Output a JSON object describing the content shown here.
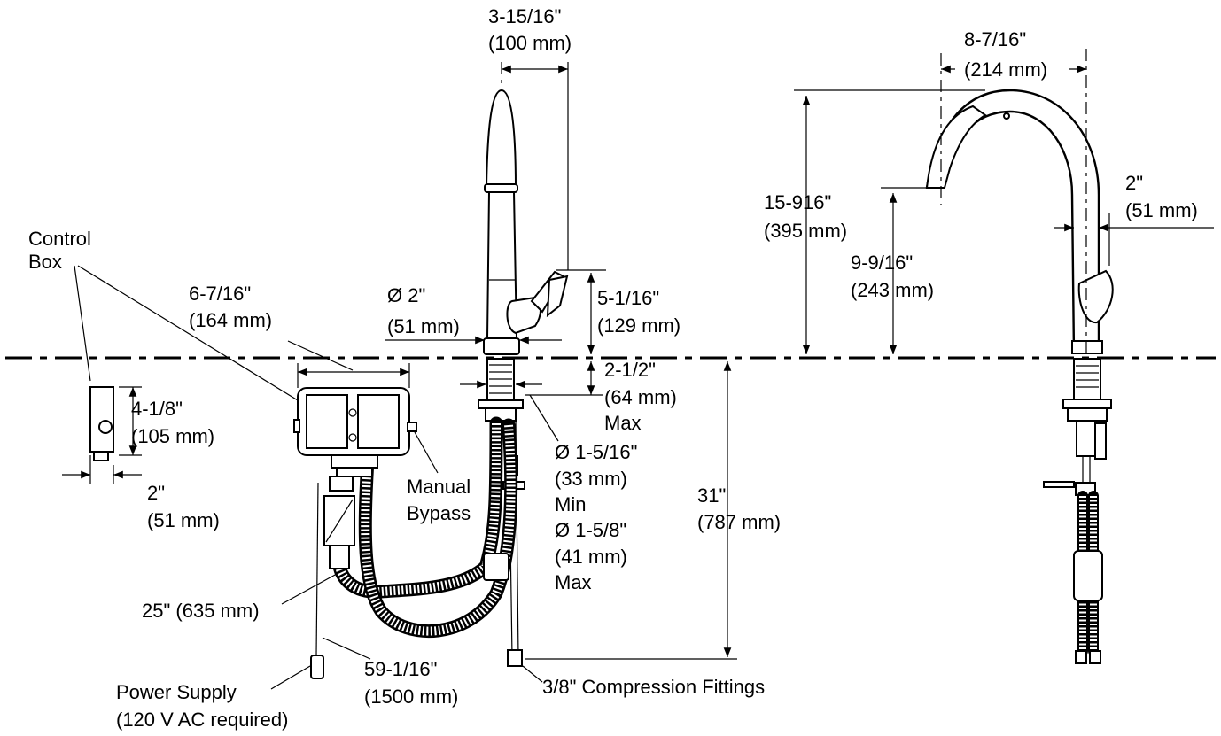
{
  "labels": {
    "control_box": {
      "line1": "Control",
      "line2": "Box"
    },
    "spout_reach_front": {
      "imperial": "3-15/16\"",
      "metric": "(100 mm)"
    },
    "base_diameter": {
      "imperial": "Ø 2\"",
      "metric": "(51 mm)"
    },
    "handle_height": {
      "imperial": "5-1/16\"",
      "metric": "(129 mm)"
    },
    "control_box_width": {
      "imperial": "6-7/16\"",
      "metric": "(164 mm)"
    },
    "control_box_height": {
      "imperial": "4-1/8\"",
      "metric": "(105 mm)"
    },
    "control_box_depth": {
      "imperial": "2\"",
      "metric": "(51 mm)"
    },
    "deck_thickness": {
      "imperial": "2-1/2\"",
      "metric": "(64 mm)",
      "qualifier": "Max"
    },
    "hole_min": {
      "imperial": "Ø 1-5/16\"",
      "metric": "(33 mm)",
      "qualifier": "Min"
    },
    "hole_max": {
      "imperial": "Ø 1-5/8\"",
      "metric": "(41 mm)",
      "qualifier": "Max"
    },
    "manual_bypass": {
      "line1": "Manual",
      "line2": "Bypass"
    },
    "below_deck": {
      "imperial": "31\"",
      "metric": "(787 mm)"
    },
    "hose_length": {
      "text": "25\" (635 mm)"
    },
    "power_cord": {
      "imperial": "59-1/16\"",
      "metric": "(1500 mm)"
    },
    "power_supply": {
      "line1": "Power Supply",
      "line2": "(120 V AC required)"
    },
    "compression_fittings": {
      "text": "3/8\" Compression Fittings"
    },
    "spout_reach_side": {
      "imperial": "8-7/16\"",
      "metric": "(214 mm)"
    },
    "overall_height": {
      "imperial": "15-916\"",
      "metric": "(395 mm)"
    },
    "spout_clearance": {
      "imperial": "9-9/16\"",
      "metric": "(243 mm)"
    },
    "spout_offset": {
      "imperial": "2\"",
      "metric": "(51 mm)"
    }
  }
}
